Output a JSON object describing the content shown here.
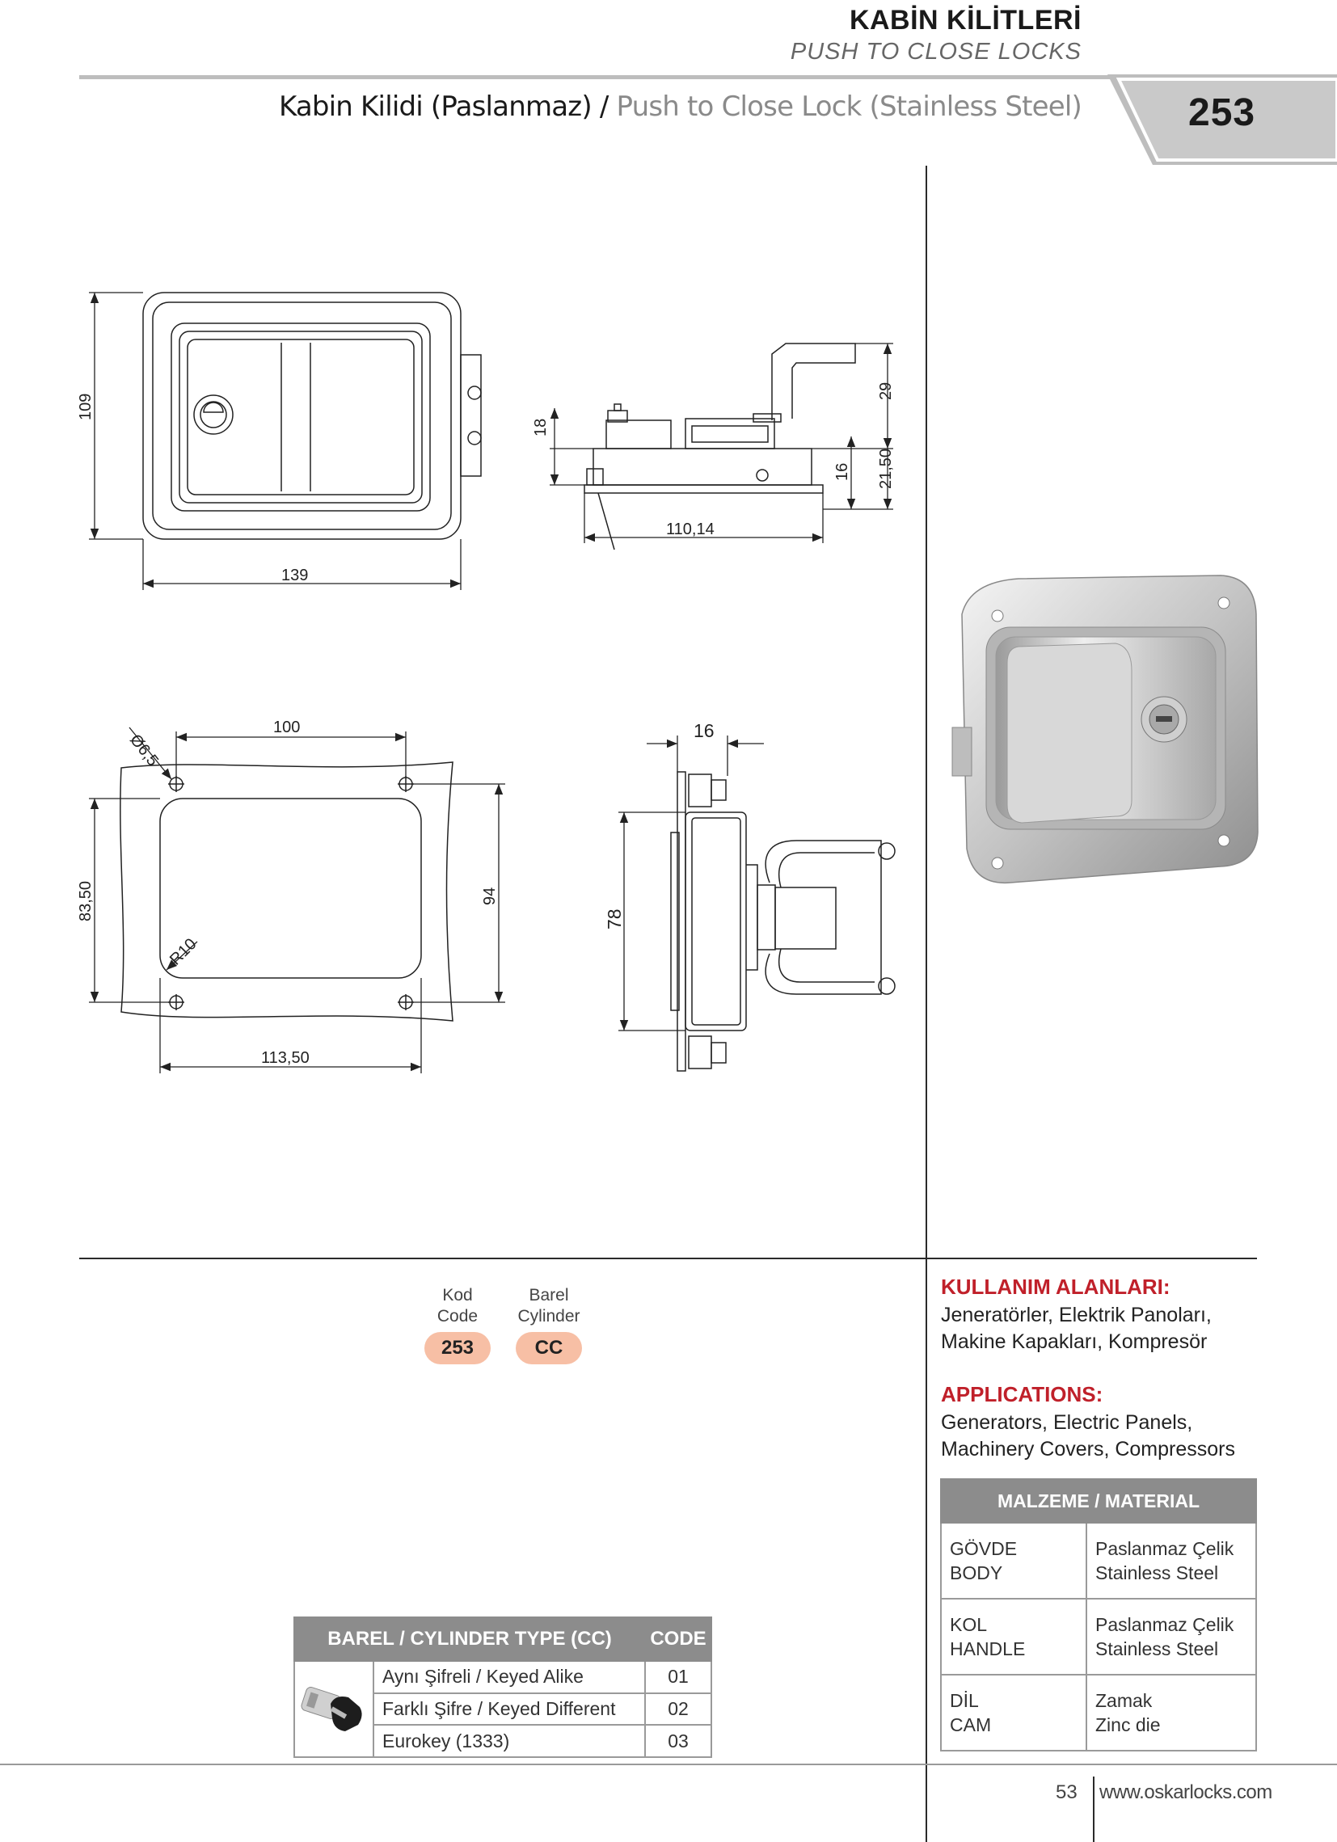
{
  "header": {
    "category_tr": "KABİN KİLİTLERİ",
    "category_en": "PUSH TO CLOSE LOCKS",
    "title_tr": "Kabin Kilidi (Paslanmaz) /",
    "title_en": "Push to Close Lock (Stainless Steel)",
    "page_code": "253"
  },
  "dimensions": {
    "front_width": "139",
    "front_height": "109",
    "side_width": "110,14",
    "side_18": "18",
    "side_29": "29",
    "side_16": "16",
    "side_2150": "21,50",
    "cutout_hole": "Ø6,5",
    "cutout_100": "100",
    "cutout_8350": "83,50",
    "cutout_94": "94",
    "cutout_radius": "R10",
    "cutout_11350": "113,50",
    "back_16": "16",
    "back_78": "78"
  },
  "codes": {
    "code_caption_tr": "Kod",
    "code_caption_en": "Code",
    "code_value": "253",
    "cyl_caption_tr": "Barel",
    "cyl_caption_en": "Cylinder",
    "cyl_value": "CC"
  },
  "applications": {
    "heading_tr": "KULLANIM ALANLARI:",
    "text_tr_1": "Jeneratörler, Elektrik Panoları,",
    "text_tr_2": "Makine Kapakları, Kompresör",
    "heading_en": "APPLICATIONS:",
    "text_en_1": "Generators, Electric Panels,",
    "text_en_2": "Machinery Covers, Compressors"
  },
  "material": {
    "header": "MALZEME / MATERIAL",
    "rows": [
      {
        "part_tr": "GÖVDE",
        "part_en": "BODY",
        "mat_tr": "Paslanmaz Çelik",
        "mat_en": "Stainless Steel"
      },
      {
        "part_tr": "KOL",
        "part_en": "HANDLE",
        "mat_tr": "Paslanmaz Çelik",
        "mat_en": "Stainless Steel"
      },
      {
        "part_tr": "DİL",
        "part_en": "CAM",
        "mat_tr": "Zamak",
        "mat_en": "Zinc die"
      }
    ]
  },
  "cylinder_table": {
    "header_type": "BAREL / CYLINDER TYPE (CC)",
    "header_code": "CODE",
    "rows": [
      {
        "label": "Aynı Şifreli / Keyed Alike",
        "code": "01"
      },
      {
        "label": "Farklı Şifre / Keyed Different",
        "code": "02"
      },
      {
        "label": "Eurokey (1333)",
        "code": "03"
      }
    ]
  },
  "footer": {
    "page_number": "53",
    "url": "www.oskarlocks.com"
  }
}
